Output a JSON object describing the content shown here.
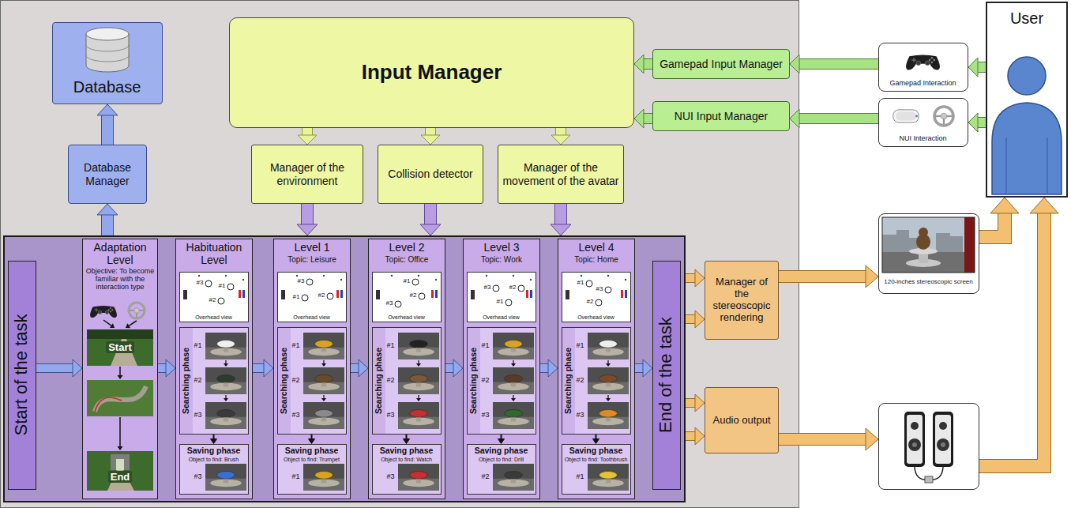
{
  "diagram": {
    "nodes": [
      {
        "text": [
          "Database"
        ]
      },
      {
        "text": [
          "Database Manager"
        ]
      },
      {
        "text": [
          "Input Manager"
        ]
      },
      {
        "text": [
          "Gamepad Input Manager"
        ]
      },
      {
        "text": [
          "NUI Input Manager"
        ]
      },
      {
        "text": [
          "Gamepad Interaction"
        ]
      },
      {
        "text": [
          "NUI Interaction"
        ]
      },
      {
        "text": [
          "User"
        ]
      },
      {
        "text": [
          "Manager of the environment"
        ]
      },
      {
        "text": [
          "Collision detector"
        ]
      },
      {
        "text": [
          "Manager of the movement of the avatar"
        ]
      },
      {
        "text": []
      },
      {
        "text": [
          "Start of the task"
        ],
        "in": 11
      },
      {
        "text": [
          "Adaptation Level",
          "Objective: To become familiar with the interaction type"
        ],
        "in": 11
      },
      {
        "text": [
          "Habituation Level"
        ],
        "in": 11
      },
      {
        "text": [
          "#3",
          "#1",
          "#2",
          "Overhead view"
        ],
        "in": 14
      },
      {
        "text": [
          "Searching phase",
          "#1",
          "#2",
          "#3"
        ],
        "in": 14
      },
      {
        "text": [
          "Saving phase",
          "Object to find: Brush",
          "#3"
        ],
        "in": 14
      },
      {
        "text": [
          "Level 1",
          "Topic: Leisure"
        ],
        "in": 11
      },
      {
        "text": [
          "#3",
          "#1",
          "#2",
          "Overhead view"
        ],
        "in": 18
      },
      {
        "text": [
          "Searching phase",
          "#1",
          "#2",
          "#3"
        ],
        "in": 18
      },
      {
        "text": [
          "Saving phase",
          "Object to find: Trumpet",
          "#1"
        ],
        "in": 18
      },
      {
        "text": [
          "Level 2",
          "Topic: Office"
        ],
        "in": 11
      },
      {
        "text": [
          "#1",
          "#2",
          "#3",
          "Overhead view"
        ],
        "in": 22
      },
      {
        "text": [
          "Searching phase",
          "#1",
          "#2",
          "#3"
        ],
        "in": 22
      },
      {
        "text": [
          "Saving phase",
          "Object to find: Watch",
          "#3"
        ],
        "in": 22
      },
      {
        "text": [
          "Level 3",
          "Topic: Work"
        ],
        "in": 11
      },
      {
        "text": [
          "#3",
          "#2",
          "#1",
          "Overhead view"
        ],
        "in": 26
      },
      {
        "text": [
          "Searching phase",
          "#1",
          "#2",
          "#3"
        ],
        "in": 26
      },
      {
        "text": [
          "Saving phase",
          "Object to find: Drill",
          "#2"
        ],
        "in": 26
      },
      {
        "text": [
          "Level 4",
          "Topic: Home"
        ],
        "in": 11
      },
      {
        "text": [
          "#1",
          "#3",
          "#2",
          "Overhead view"
        ],
        "in": 30
      },
      {
        "text": [
          "Searching phase",
          "#1",
          "#2",
          "#3"
        ],
        "in": 30
      },
      {
        "text": [
          "Saving phase",
          "Object to find: Toothbrush",
          "#1"
        ],
        "in": 30
      },
      {
        "text": [
          "End of the task"
        ],
        "in": 11
      },
      {
        "text": [
          "Manager of the stereoscopic rendering"
        ]
      },
      {
        "text": [
          "Audio output"
        ]
      },
      {
        "text": [
          "120-inches stereoscopic screen"
        ]
      },
      {
        "text": []
      }
    ],
    "edges": [
      {
        "from": 7,
        "to": 5,
        "arrow": "to"
      },
      {
        "from": 7,
        "to": 6,
        "arrow": "to"
      },
      {
        "from": 5,
        "to": 3,
        "arrow": "to"
      },
      {
        "from": 6,
        "to": 4,
        "arrow": "to"
      },
      {
        "from": 3,
        "to": 2,
        "arrow": "to"
      },
      {
        "from": 4,
        "to": 2,
        "arrow": "to"
      },
      {
        "from": 2,
        "to": 8,
        "arrow": "to"
      },
      {
        "from": 2,
        "to": 9,
        "arrow": "to"
      },
      {
        "from": 2,
        "to": 10,
        "arrow": "to"
      },
      {
        "from": 8,
        "to": 11,
        "arrow": "to"
      },
      {
        "from": 9,
        "to": 11,
        "arrow": "to"
      },
      {
        "from": 10,
        "to": 11,
        "arrow": "to"
      },
      {
        "from": 11,
        "to": 1,
        "arrow": "to"
      },
      {
        "from": 1,
        "to": 0,
        "arrow": "to"
      },
      {
        "from": 12,
        "to": 13,
        "arrow": "to"
      },
      {
        "from": 13,
        "to": 14,
        "arrow": "to"
      },
      {
        "from": 14,
        "to": 18,
        "arrow": "to"
      },
      {
        "from": 18,
        "to": 22,
        "arrow": "to"
      },
      {
        "from": 22,
        "to": 26,
        "arrow": "to"
      },
      {
        "from": 26,
        "to": 30,
        "arrow": "to"
      },
      {
        "from": 30,
        "to": 34,
        "arrow": "to"
      },
      {
        "from": 16,
        "to": 17,
        "arrow": "to"
      },
      {
        "from": 20,
        "to": 21,
        "arrow": "to"
      },
      {
        "from": 24,
        "to": 25,
        "arrow": "to"
      },
      {
        "from": 28,
        "to": 29,
        "arrow": "to"
      },
      {
        "from": 32,
        "to": 33,
        "arrow": "to"
      },
      {
        "from": 11,
        "to": 35,
        "arrow": "to"
      },
      {
        "from": 11,
        "to": 35,
        "arrow": "to"
      },
      {
        "from": 11,
        "to": 36,
        "arrow": "to"
      },
      {
        "from": 11,
        "to": 36,
        "arrow": "to"
      },
      {
        "from": 35,
        "to": 37,
        "arrow": "to"
      },
      {
        "from": 36,
        "to": 38,
        "arrow": "to"
      },
      {
        "from": 37,
        "to": 7,
        "arrow": "to"
      },
      {
        "from": 38,
        "to": 7,
        "arrow": "to"
      }
    ],
    "labels": [
      "Start",
      "End"
    ]
  }
}
